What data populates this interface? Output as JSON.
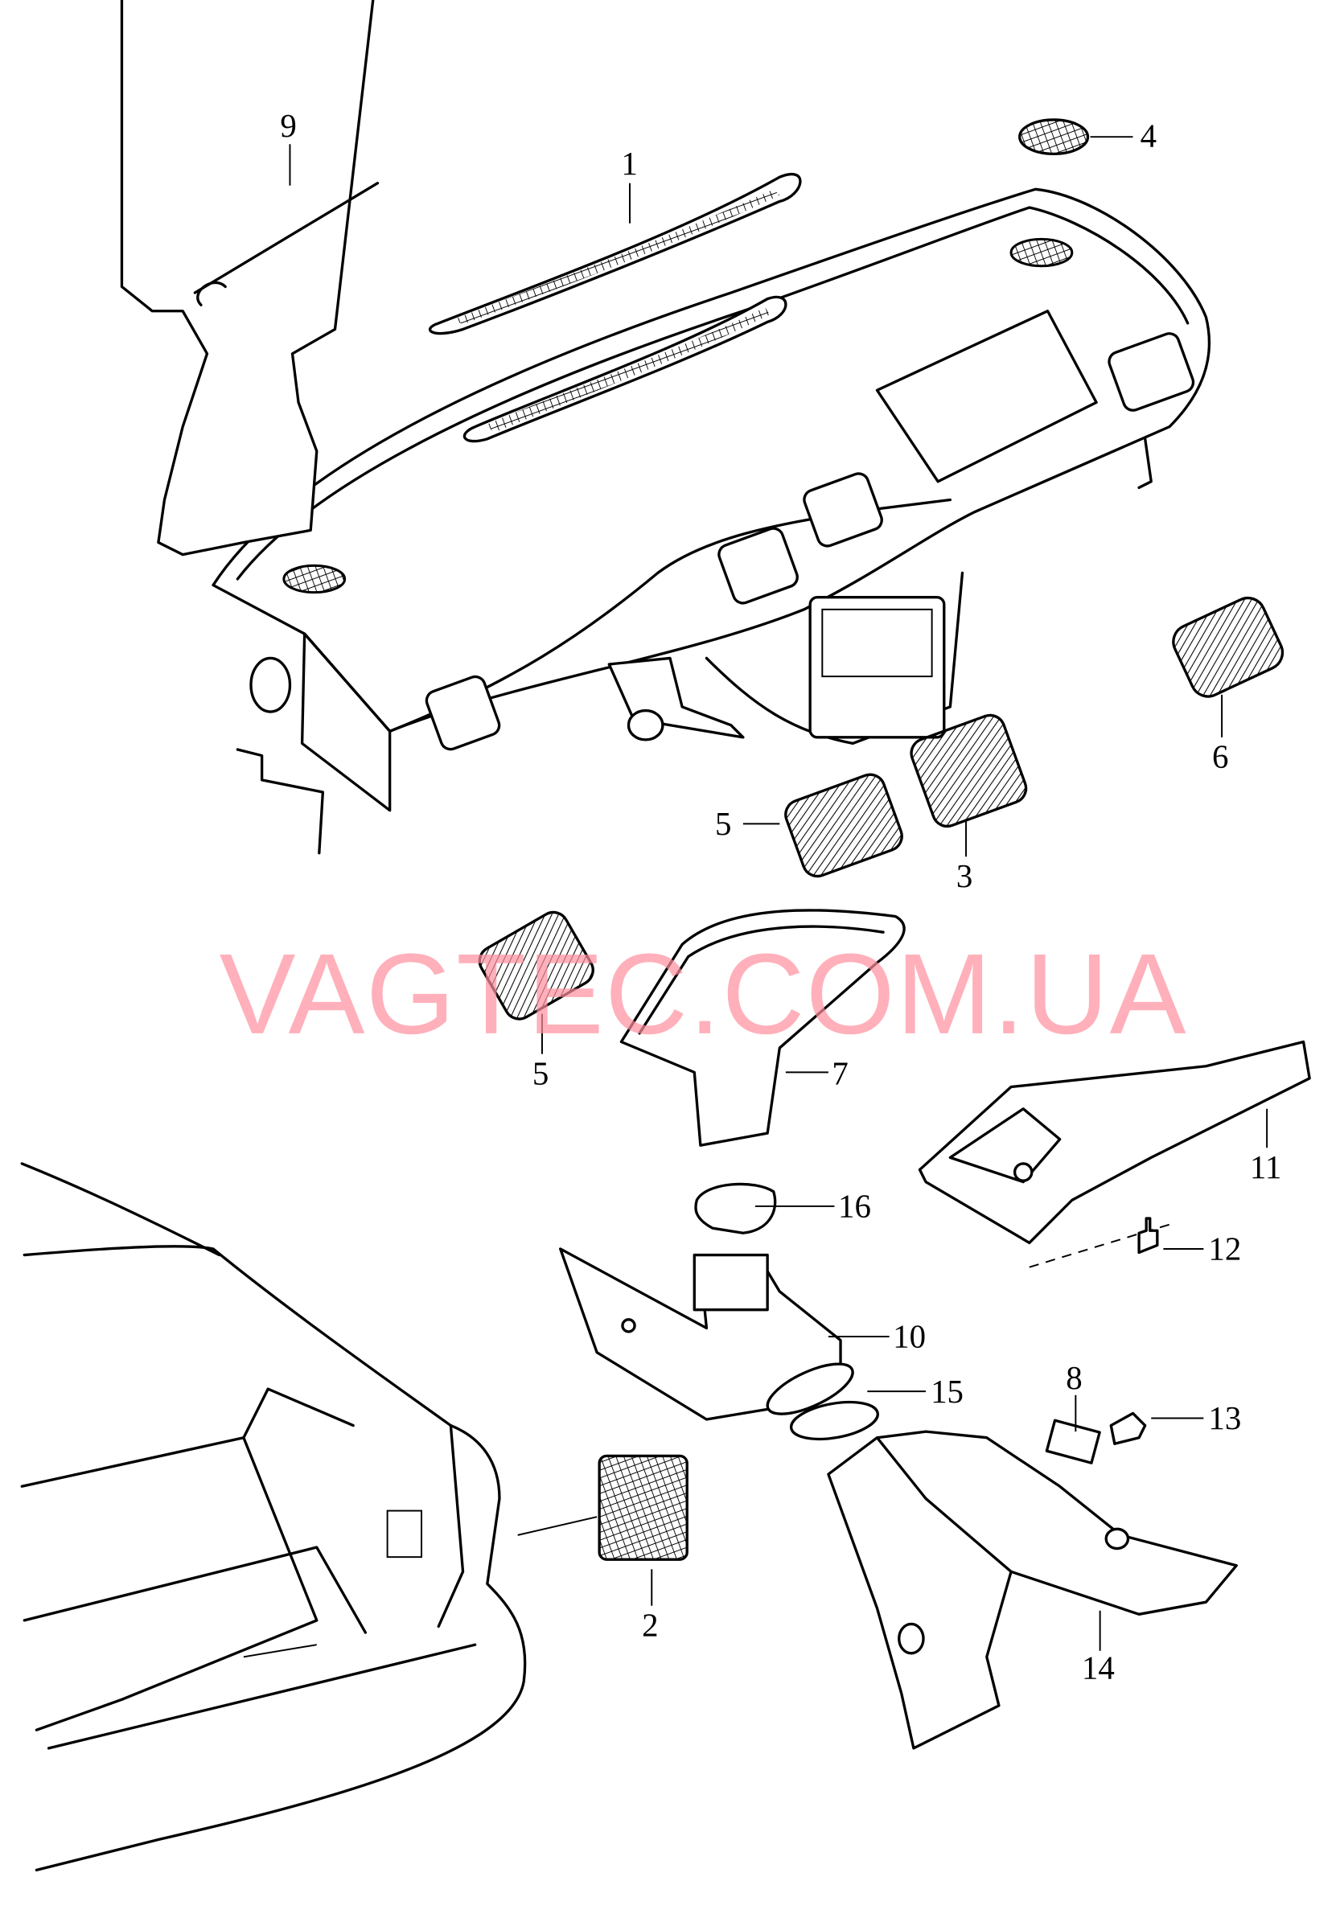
{
  "diagram": {
    "watermark": "VAGTEC.COM.UA",
    "watermark_color": "#ff8f9c",
    "callouts": [
      {
        "id": "1",
        "label": "1"
      },
      {
        "id": "2",
        "label": "2"
      },
      {
        "id": "3",
        "label": "3"
      },
      {
        "id": "4",
        "label": "4"
      },
      {
        "id": "5a",
        "label": "5"
      },
      {
        "id": "5b",
        "label": "5"
      },
      {
        "id": "6",
        "label": "6"
      },
      {
        "id": "7",
        "label": "7"
      },
      {
        "id": "8",
        "label": "8"
      },
      {
        "id": "9",
        "label": "9"
      },
      {
        "id": "10",
        "label": "10"
      },
      {
        "id": "11",
        "label": "11"
      },
      {
        "id": "12",
        "label": "12"
      },
      {
        "id": "13",
        "label": "13"
      },
      {
        "id": "14",
        "label": "14"
      },
      {
        "id": "15",
        "label": "15"
      },
      {
        "id": "16",
        "label": "16"
      }
    ]
  }
}
